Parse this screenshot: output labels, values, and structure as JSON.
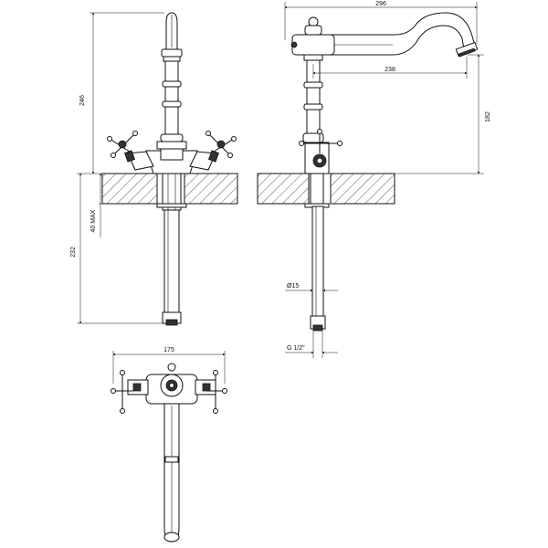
{
  "dimensions": {
    "overall_width": "296",
    "spout_reach": "238",
    "spout_height": "182",
    "total_height": "246",
    "under_deck": "232",
    "deck_thickness": "40 MAX",
    "handle_span": "175",
    "shank_diameter": "Ø15",
    "connection": "G 1/2\""
  },
  "colors": {
    "line": "#111111",
    "background": "#ffffff",
    "fill_dark": "#333333"
  }
}
